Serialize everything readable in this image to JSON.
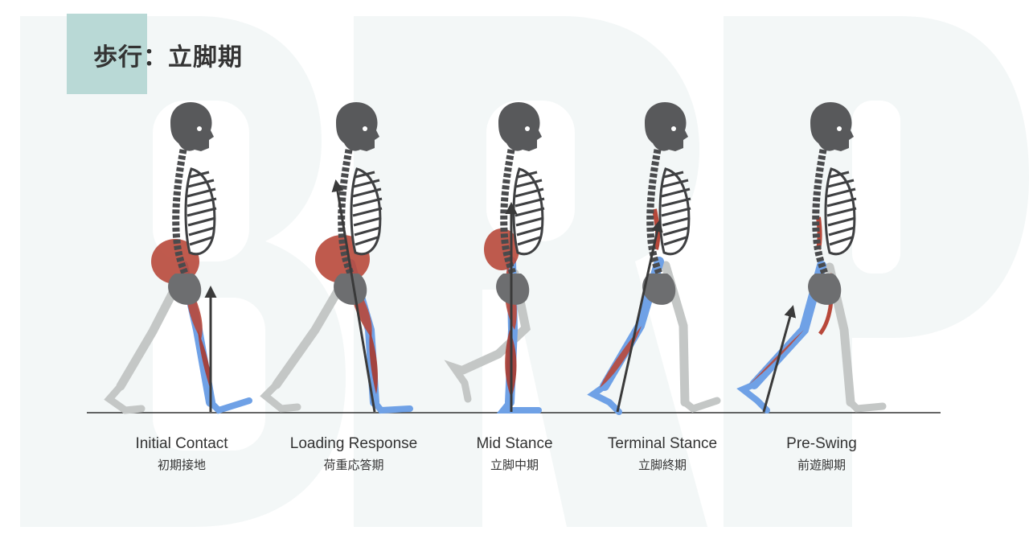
{
  "title": "歩行：立脚期",
  "colors": {
    "accent": "#b9d9d6",
    "watermark": "#f3f7f7",
    "bone_gray": "#c4c7c6",
    "skull_dark": "#58595b",
    "muscle_red": "#b8483a",
    "bone_blue": "#6fa1e6",
    "arrow": "#3a3a3a",
    "ground": "#333333"
  },
  "phases": [
    {
      "name_en": "Initial Contact",
      "name_ja": "初期接地"
    },
    {
      "name_en": "Loading Response",
      "name_ja": "荷重応答期"
    },
    {
      "name_en": "Mid Stance",
      "name_ja": "立脚中期"
    },
    {
      "name_en": "Terminal Stance",
      "name_ja": "立脚終期"
    },
    {
      "name_en": "Pre-Swing",
      "name_ja": "前遊脚期"
    }
  ]
}
